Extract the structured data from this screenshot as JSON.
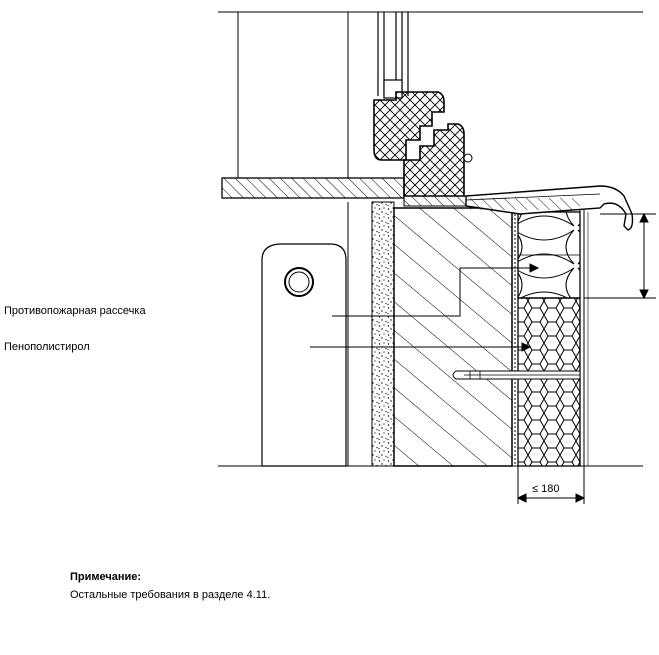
{
  "labels": {
    "fire_barrier": "Противопожарная рассечка",
    "polystyrene": "Пенополистирол"
  },
  "dimension": {
    "max_width": "≤ 180"
  },
  "note": {
    "title": "Примечание:",
    "text": "Остальные требования в разделе 4.11."
  }
}
